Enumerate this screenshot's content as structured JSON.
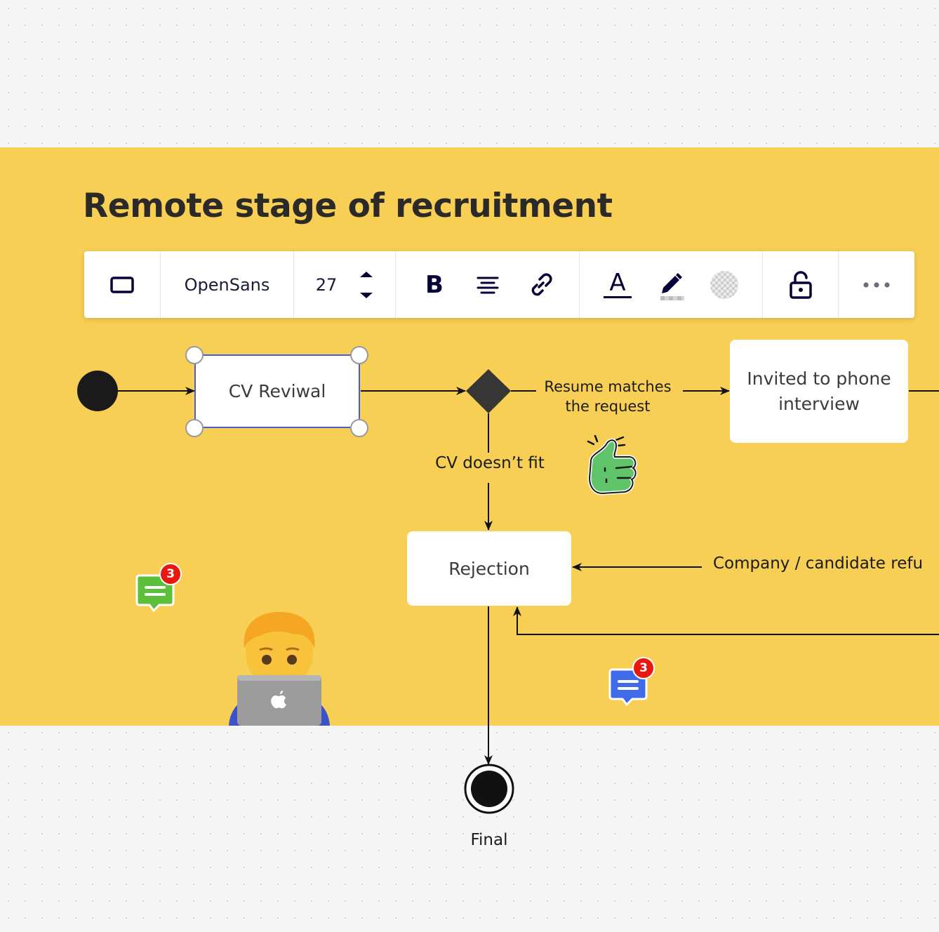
{
  "board": {
    "frame_color": "#f7cf54",
    "title": "Remote stage of recruitment"
  },
  "toolbar": {
    "shape_icon": "rectangle-shape-icon",
    "font_family": "OpenSans",
    "font_size": "27",
    "bold_label": "B",
    "text_color_label": "A",
    "icons": [
      "rectangle-shape-icon",
      "font-size-stepper-icon",
      "bold-icon",
      "align-center-icon",
      "link-icon",
      "text-color-icon",
      "highlighter-icon",
      "fill-transparent-icon",
      "unlock-icon",
      "more-icon"
    ]
  },
  "diagram": {
    "start_node": "start-node",
    "cv_review": "CV Reviwal",
    "decision": "decision-diamond",
    "matches_label": "Resume matches\nthe request",
    "phone_interview": "Invited to phone\ninterview",
    "cv_fit_label": "CV doesn’t fit",
    "rejection": "Rejection",
    "refuse_label": "Company / candidate refu",
    "final_label": "Final"
  },
  "comments": [
    {
      "count": "3",
      "color": "#5bbf3a"
    },
    {
      "count": "3",
      "color": "#3f6ae8"
    }
  ],
  "stickers": [
    "thumbs-up-sticker",
    "technologist-emoji"
  ],
  "colors": {
    "selection": "#4a5bd4",
    "ink": "#050038",
    "badge": "#e8170f"
  }
}
